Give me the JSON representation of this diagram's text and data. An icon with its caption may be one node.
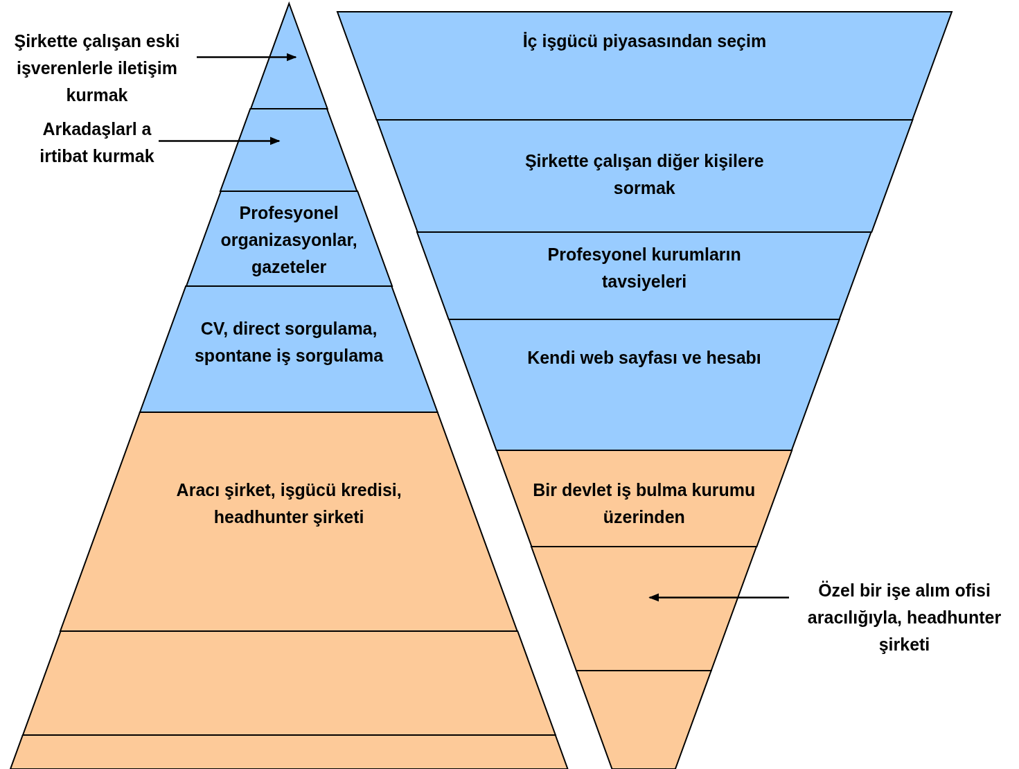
{
  "diagram": {
    "nodes": [
      {
        "text": [
          "Şirkette çalışan eski işverenlerle iletişim kurmak"
        ]
      },
      {
        "text": [],
        "shape": "triangle"
      },
      {
        "text": [
          "Arkadaşlarl a irtibat kurmak"
        ]
      },
      {
        "text": [],
        "shape": "band"
      },
      {
        "text": [
          "Profesyonel organizasyonlar, gazeteler"
        ]
      },
      {
        "text": [
          "CV, direct sorgulama, spontane iş sorgulama"
        ]
      },
      {
        "text": [
          "Aracı şirket, işgücü kredisi, headhunter şirketi"
        ]
      },
      {
        "text": [],
        "shape": "band"
      },
      {
        "text": [],
        "shape": "band"
      },
      {
        "text": [
          "İç işgücü piyasasından seçim"
        ]
      },
      {
        "text": [
          "Şirkette çalışan diğer kişilere sormak"
        ]
      },
      {
        "text": [
          "Profesyonel kurumların tavsiyeleri"
        ]
      },
      {
        "text": [
          "Kendi web sayfası ve hesabı"
        ]
      },
      {
        "text": [
          "Bir devlet iş bulma kurumu üzerinden"
        ]
      },
      {
        "text": [],
        "shape": "band"
      },
      {
        "text": [],
        "shape": "band"
      },
      {
        "text": [
          "Özel bir işe alım ofisi aracılığıyla, headhunter şirketi"
        ]
      }
    ],
    "edges": [
      {
        "from": 0,
        "to": 1,
        "arrow": "to"
      },
      {
        "from": 2,
        "to": 3,
        "arrow": "to"
      },
      {
        "from": 16,
        "to": 14,
        "arrow": "to"
      }
    ]
  }
}
